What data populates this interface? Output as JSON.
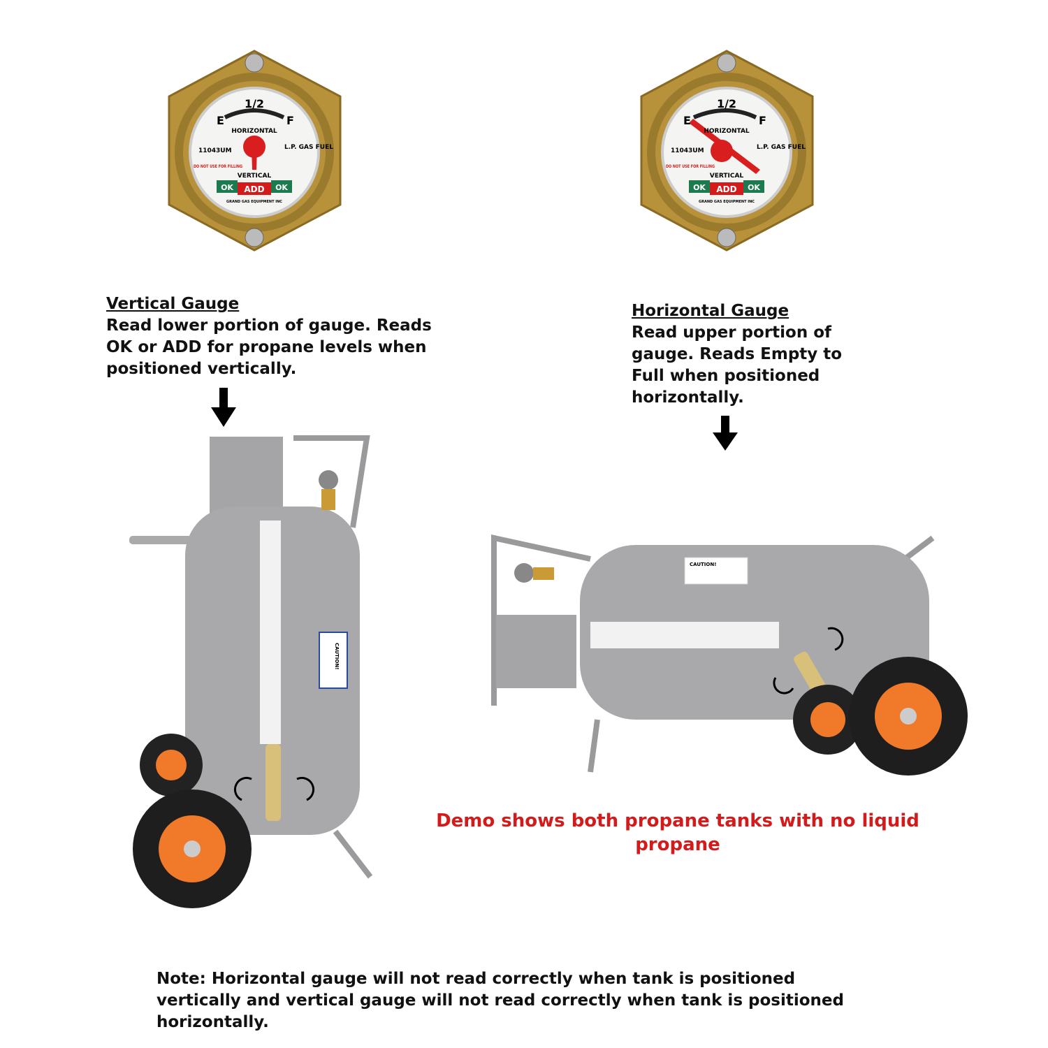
{
  "gauge_left": {
    "half": "1/2",
    "empty": "E",
    "full": "F",
    "horizontal": "HORIZONTAL",
    "vertical": "VERTICAL",
    "ok": "OK",
    "add": "ADD",
    "model": "11043UM",
    "warning": "DO NOT USE FOR FILLING",
    "fuel": "L.P. GAS FUEL",
    "maker": "GRAND GAS EQUIPMENT INC"
  },
  "gauge_right": {
    "half": "1/2",
    "empty": "E",
    "full": "F",
    "horizontal": "HORIZONTAL",
    "vertical": "VERTICAL",
    "ok": "OK",
    "add": "ADD",
    "model": "11043UM",
    "warning": "DO NOT USE FOR FILLING",
    "fuel": "L.P. GAS FUEL",
    "maker": "GRAND GAS EQUIPMENT INC"
  },
  "vertical_gauge": {
    "title": "Vertical Gauge",
    "lines": [
      "Read lower portion of gauge. Reads",
      "OK or ADD for propane levels when",
      "positioned vertically."
    ]
  },
  "horizontal_gauge": {
    "title": "Horizontal Gauge",
    "lines": [
      "Read upper portion of",
      "gauge. Reads Empty to",
      "Full when positioned",
      "horizontally."
    ]
  },
  "demo_note": {
    "lines": [
      "Demo shows both propane tanks with no liquid",
      "propane"
    ],
    "color": "#d31b1b"
  },
  "tank_label": "CAUTION!",
  "footer_note": {
    "lines": [
      "Note: Horizontal gauge will not read correctly when tank is positioned",
      "vertically and vertical gauge will not read correctly when tank is positioned",
      "horizontally."
    ]
  },
  "colors": {
    "tank": "#a9a9ab",
    "wheel_hub": "#f07a2a",
    "brass": "#b8923a",
    "needle": "#d81e1e",
    "ok_green": "#1c7a4e"
  }
}
